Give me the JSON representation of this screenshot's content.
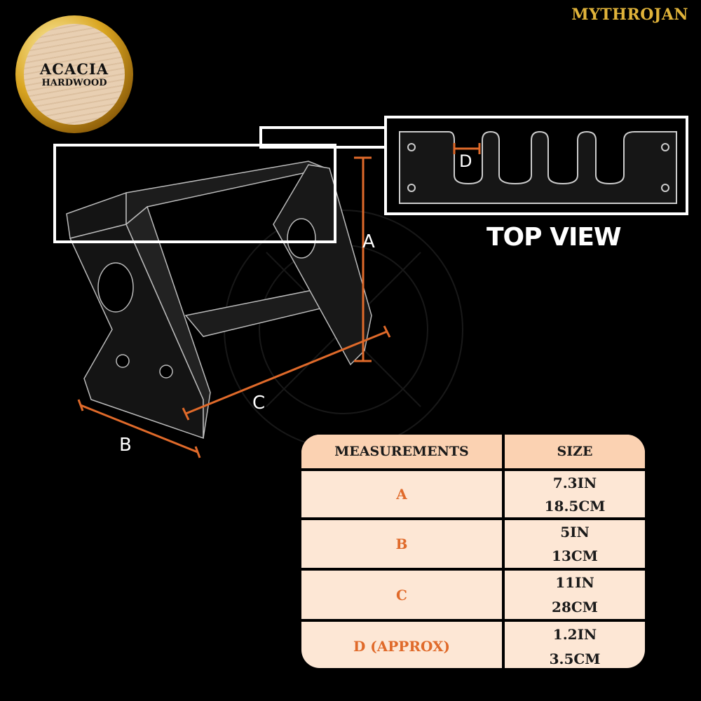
{
  "badge": {
    "line1": "ACACIA",
    "line2": "HARDWOOD"
  },
  "brand": {
    "logo_text": "MYTHROJAN"
  },
  "diagram": {
    "dim_labels": {
      "a": "A",
      "b": "B",
      "c": "C",
      "d": "D"
    },
    "top_view_label": "TOP VIEW",
    "accent_color": "#e06a2a"
  },
  "table": {
    "headers": [
      "MEASUREMENTS",
      "SIZE"
    ],
    "rows": [
      {
        "label": "A",
        "inch": "7.3IN",
        "cm": "18.5CM"
      },
      {
        "label": "B",
        "inch": "5IN",
        "cm": "13CM"
      },
      {
        "label": "C",
        "inch": "11IN",
        "cm": "28CM"
      },
      {
        "label": "D (APPROX)",
        "inch": "1.2IN",
        "cm": "3.5CM"
      }
    ]
  }
}
